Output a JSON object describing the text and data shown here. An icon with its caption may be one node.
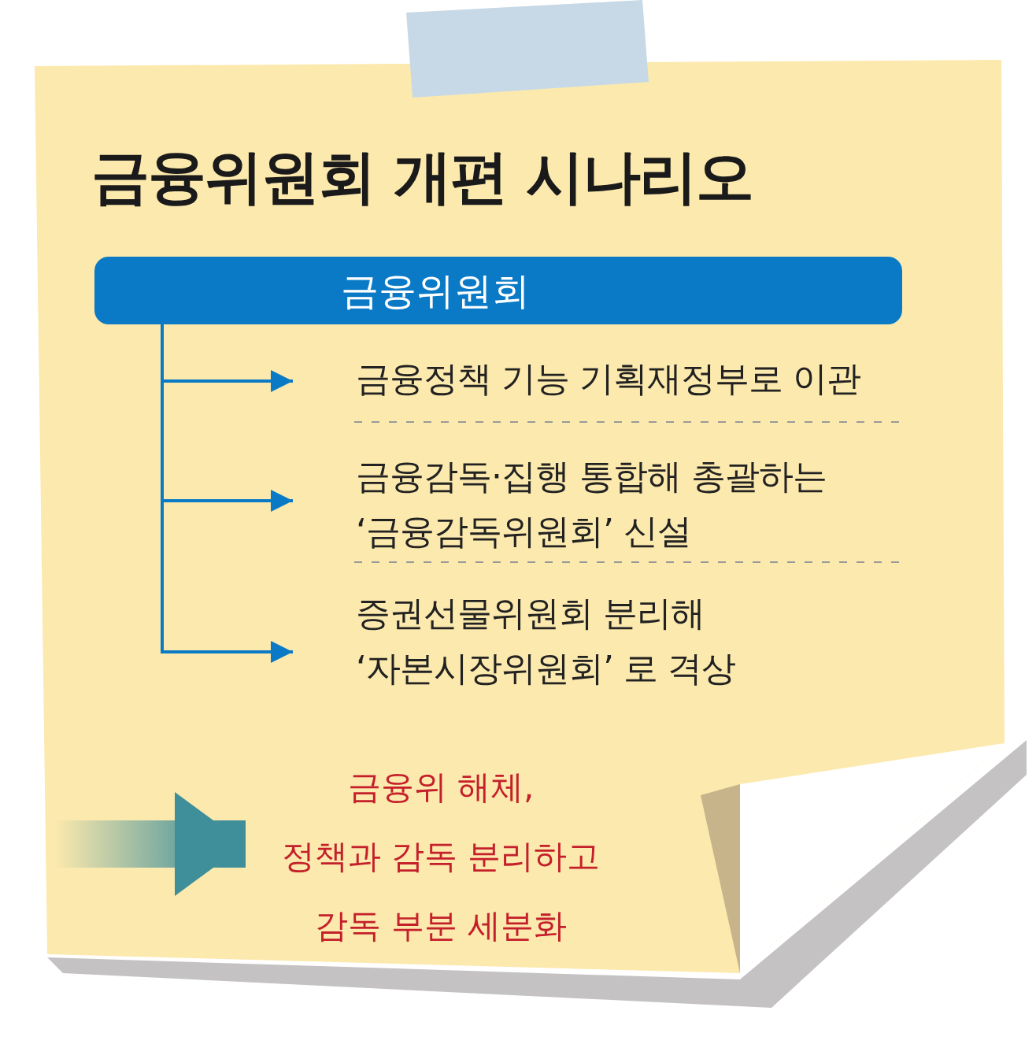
{
  "diagram": {
    "title": "금융위원회 개편 시나리오",
    "nodes": [
      {
        "text": [
          "금융위원회"
        ]
      },
      {
        "text": [
          "금융정책 기능 기획재정부로 이관"
        ]
      },
      {
        "text": [
          "금융감독·집행 통합해 총괄하는 ‘금융감독위원회’ 신설"
        ]
      },
      {
        "text": [
          "증권선물위원회 분리해 ‘자본시장위원회’ 로 격상"
        ]
      },
      {
        "text": [
          "금융위 해체, 정책과 감독 분리하고 감독 부분 세분화"
        ]
      }
    ],
    "edges": [
      {
        "from": 0,
        "to": 1,
        "arrow": "to"
      },
      {
        "from": 0,
        "to": 2,
        "arrow": "to"
      },
      {
        "from": 0,
        "to": 3,
        "arrow": "to"
      },
      {
        "from": null,
        "to": 4,
        "arrow": "to",
        "style": "thick",
        "color": "#3f8f9a"
      }
    ]
  }
}
